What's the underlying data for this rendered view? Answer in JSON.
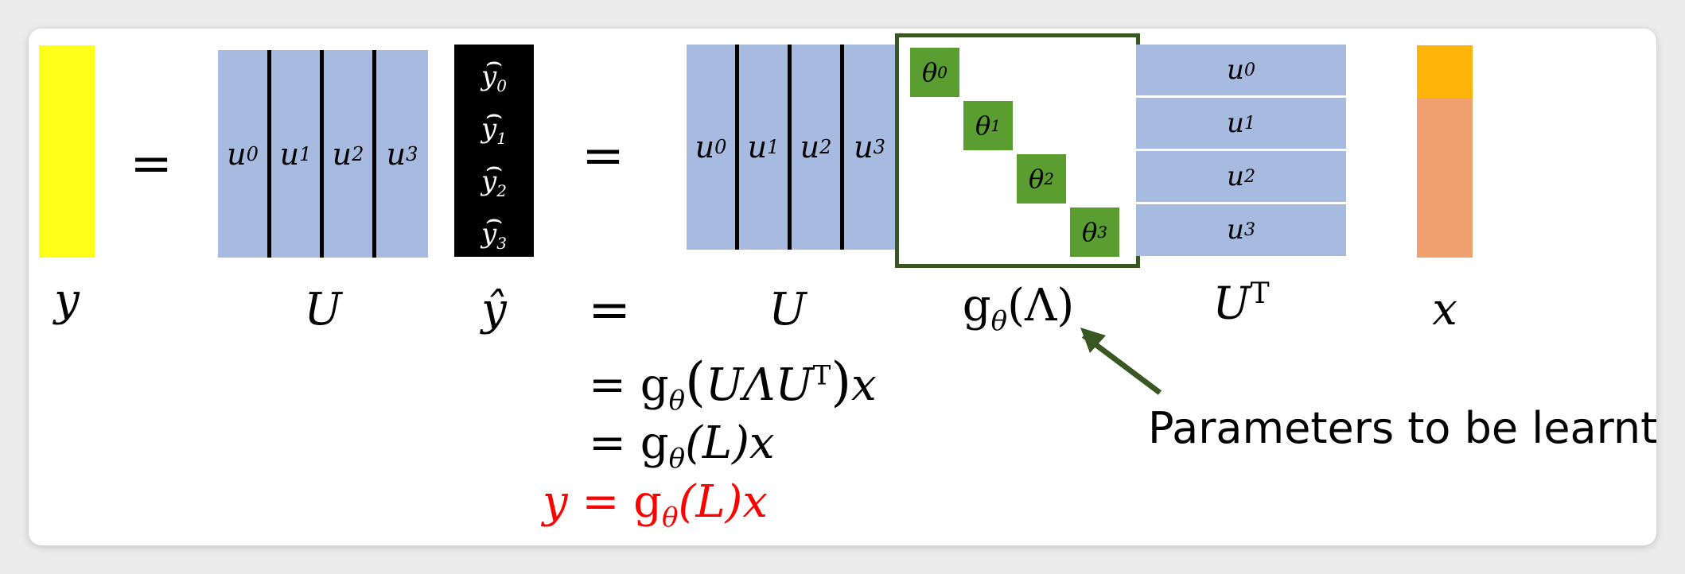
{
  "labels": {
    "y": "y",
    "U": "U",
    "yhat": "ŷ",
    "U2": "U",
    "g_theta_lambda": "g",
    "g_sub": "θ",
    "lambda_arg": "(Λ)",
    "UT_base": "U",
    "UT_sup": "T",
    "x": "x"
  },
  "equals": {
    "e1": "=",
    "e2": "=",
    "e3": "="
  },
  "U_columns": [
    {
      "base": "u",
      "sub": "0"
    },
    {
      "base": "u",
      "sub": "1"
    },
    {
      "base": "u",
      "sub": "2"
    },
    {
      "base": "u",
      "sub": "3"
    }
  ],
  "yhat_entries": [
    {
      "base": "y",
      "sub": "0"
    },
    {
      "base": "y",
      "sub": "1"
    },
    {
      "base": "y",
      "sub": "2"
    },
    {
      "base": "y",
      "sub": "3"
    }
  ],
  "theta_entries": [
    {
      "base": "θ",
      "sub": "0"
    },
    {
      "base": "θ",
      "sub": "1"
    },
    {
      "base": "θ",
      "sub": "2"
    },
    {
      "base": "θ",
      "sub": "3"
    }
  ],
  "UT_rows": [
    {
      "base": "u",
      "sub": "0"
    },
    {
      "base": "u",
      "sub": "1"
    },
    {
      "base": "u",
      "sub": "2"
    },
    {
      "base": "u",
      "sub": "3"
    }
  ],
  "formulas": {
    "line1": {
      "eq": "= ",
      "g": "g",
      "sub": "θ",
      "open": "(",
      "body": "UΛU",
      "sup": "T",
      "close": ")",
      "tail": "x"
    },
    "line2": {
      "eq": "= ",
      "g": "g",
      "sub": "θ",
      "rest": "(L)x"
    },
    "line3": {
      "lhs": "y = ",
      "g": "g",
      "sub": "θ",
      "rest": "(L)x"
    }
  },
  "annotation": "Parameters to be learnt",
  "colors": {
    "y_vector": "#ffff1a",
    "matrix_blue": "#a7badf",
    "theta_green": "#5a9e32",
    "theta_border": "#385723",
    "x_top": "#ffb40a",
    "x_bottom": "#efa26f",
    "final_formula": "#ff0000"
  }
}
